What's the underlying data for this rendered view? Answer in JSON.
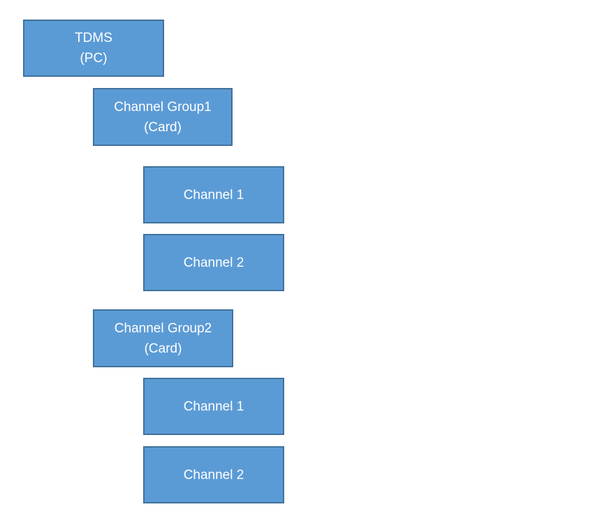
{
  "diagram": {
    "type": "hierarchy",
    "colors": {
      "node_fill": "#5b9bd5",
      "node_border": "#41719c",
      "node_text": "#ffffff",
      "background": "#ffffff"
    },
    "nodes": [
      {
        "id": "tdms",
        "level": 0,
        "line1": "TDMS",
        "line2": "(PC)"
      },
      {
        "id": "channel-group1",
        "level": 1,
        "line1": "Channel Group1",
        "line2": "(Card)"
      },
      {
        "id": "group1-channel1",
        "level": 2,
        "line1": "Channel 1",
        "line2": ""
      },
      {
        "id": "group1-channel2",
        "level": 2,
        "line1": "Channel 2",
        "line2": ""
      },
      {
        "id": "channel-group2",
        "level": 1,
        "line1": "Channel Group2",
        "line2": "(Card)"
      },
      {
        "id": "group2-channel1",
        "level": 2,
        "line1": "Channel 1",
        "line2": ""
      },
      {
        "id": "group2-channel2",
        "level": 2,
        "line1": "Channel 2",
        "line2": ""
      }
    ]
  }
}
